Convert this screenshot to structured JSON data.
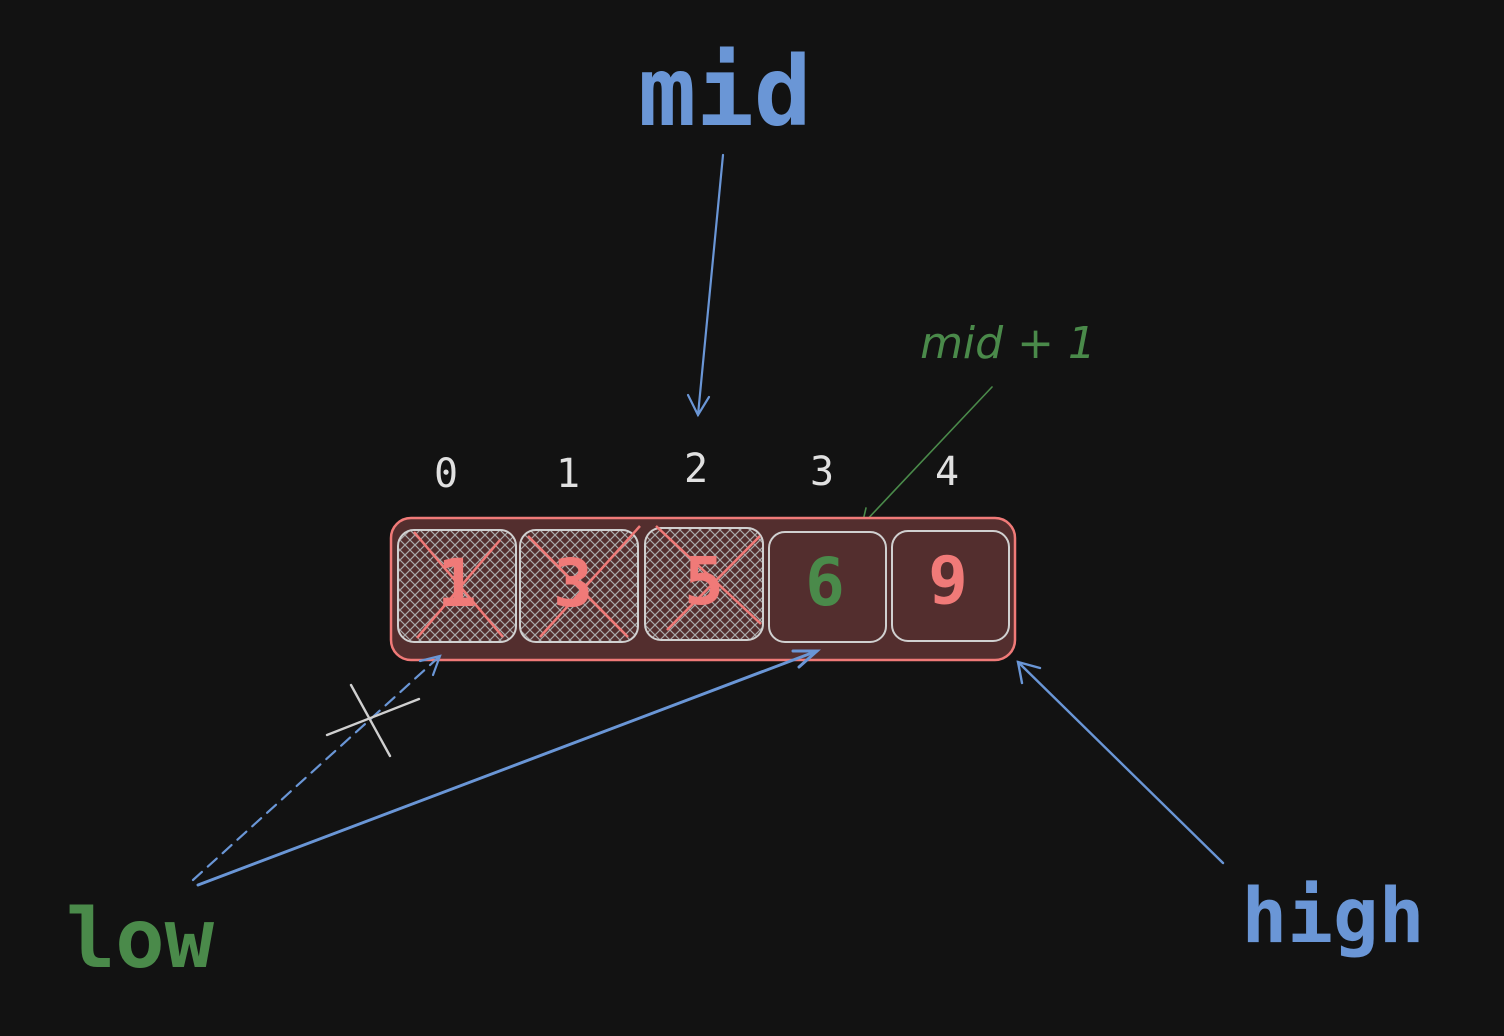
{
  "labels": {
    "mid": "mid",
    "mid_plus_one": "mid + 1",
    "low": "low",
    "high": "high"
  },
  "array": {
    "indices": [
      "0",
      "1",
      "2",
      "3",
      "4"
    ],
    "values": [
      "1",
      "3",
      "5",
      "6",
      "9"
    ],
    "eliminated": [
      true,
      true,
      true,
      false,
      false
    ]
  },
  "colors": {
    "background": "#121212",
    "pointer_blue": "#6a96d6",
    "label_green": "#4a8a4a",
    "value_red": "#f07a78",
    "array_fill": "#532e2e",
    "array_border": "#f07a78",
    "cell_border": "#d0d0d0",
    "index_text": "#e0e0e0"
  }
}
